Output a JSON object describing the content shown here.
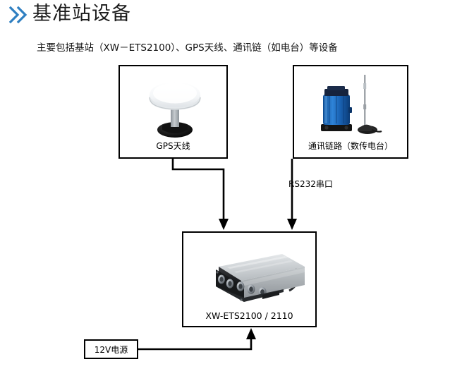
{
  "header": {
    "title": "基准站设备",
    "chevron_icon": "double-chevron-right-icon",
    "chevron_color": "#2f7fc1"
  },
  "subtitle": "主要包括基站（XW－ETS2100）、GPS天线、通讯链（如电台）等设备",
  "diagram": {
    "nodes": [
      {
        "id": "gps-antenna",
        "label": "GPS天线",
        "icon": "gps-antenna-icon",
        "colors": {
          "dome": "#f2f4f6",
          "stem": "#a9b0b6",
          "base": "#141414"
        }
      },
      {
        "id": "radio-link",
        "label": "通讯链路（数传电台）",
        "icon": "radio-transceiver-icon",
        "colors": {
          "body": "#1d63b0",
          "cap": "#15305a",
          "base": "#1a1a1a",
          "antenna": "#8d9298"
        }
      },
      {
        "id": "receiver",
        "label": "XW-ETS2100 / 2110",
        "icon": "gnss-receiver-icon",
        "colors": {
          "chassis": "#c9ccce",
          "panel": "#1d1d1f",
          "connector": "#9aa0a4"
        }
      },
      {
        "id": "power",
        "label": "12V电源",
        "icon": "power-supply-icon"
      }
    ],
    "edges": [
      {
        "id": "edge-gps-to-receiver",
        "from": "gps-antenna",
        "to": "receiver",
        "label": ""
      },
      {
        "id": "edge-radio-to-receiver",
        "from": "radio-link",
        "to": "receiver",
        "label": "RS232串口"
      },
      {
        "id": "edge-power-to-receiver",
        "from": "power",
        "to": "receiver",
        "label": ""
      }
    ],
    "line_color": "#000000"
  }
}
